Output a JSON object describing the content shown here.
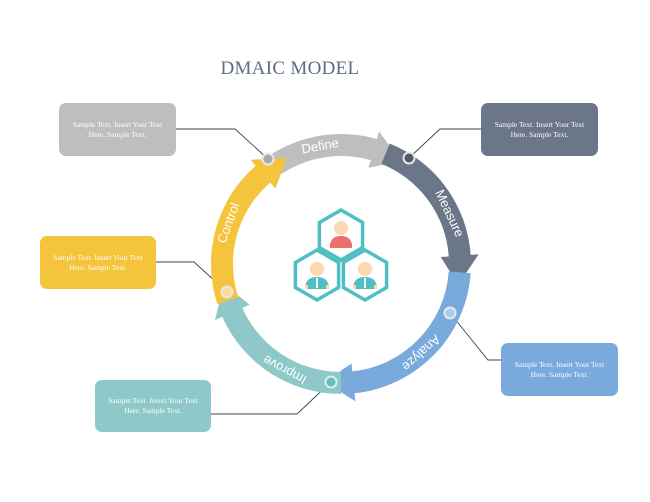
{
  "title": "DMAIC MODEL",
  "phases": [
    {
      "id": "define",
      "label": "Define",
      "color": "#bdbfbf",
      "note": "Sample Text. Insert Your Text Here. Sample Text."
    },
    {
      "id": "measure",
      "label": "Measure",
      "color": "#6b7689",
      "note": "Sample Text. Insert Your Text Here. Sample Text."
    },
    {
      "id": "analyze",
      "label": "Analyze",
      "color": "#7aaadc",
      "note": "Sample Text. Insert Your Text Here. Sample Text."
    },
    {
      "id": "improve",
      "label": "Improve",
      "color": "#8fc8c8",
      "note": "Sample Text. Insert Your Text Here. Sample Text."
    },
    {
      "id": "control",
      "label": "Control",
      "color": "#f3c43c",
      "note": "Sample Text. Insert Your Text Here. Sample Text."
    }
  ],
  "center_icon": "team-hexagon-icon",
  "colors": {
    "title": "#5e6b84",
    "hexagon_stroke": "#4fbfc3",
    "person_red": "#ef6e6e",
    "person_teal": "#4fbfc3",
    "skin": "#fbd7b4",
    "connector": "#3d4452"
  }
}
